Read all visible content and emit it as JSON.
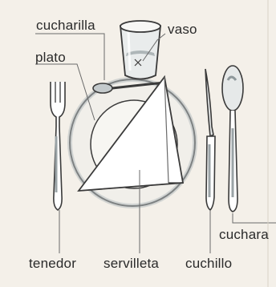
{
  "labels": {
    "cucharilla": "cucharilla",
    "vaso": "vaso",
    "plato": "plato",
    "tenedor": "tenedor",
    "servilleta": "servilleta",
    "cuchillo": "cuchillo",
    "cuchara": "cuchara"
  },
  "colors": {
    "background": "#f4f0e9",
    "line": "#3a3a3a",
    "shade": "#9aa3a6",
    "highlight": "#ffffff",
    "label_text": "#2a2a2a"
  }
}
